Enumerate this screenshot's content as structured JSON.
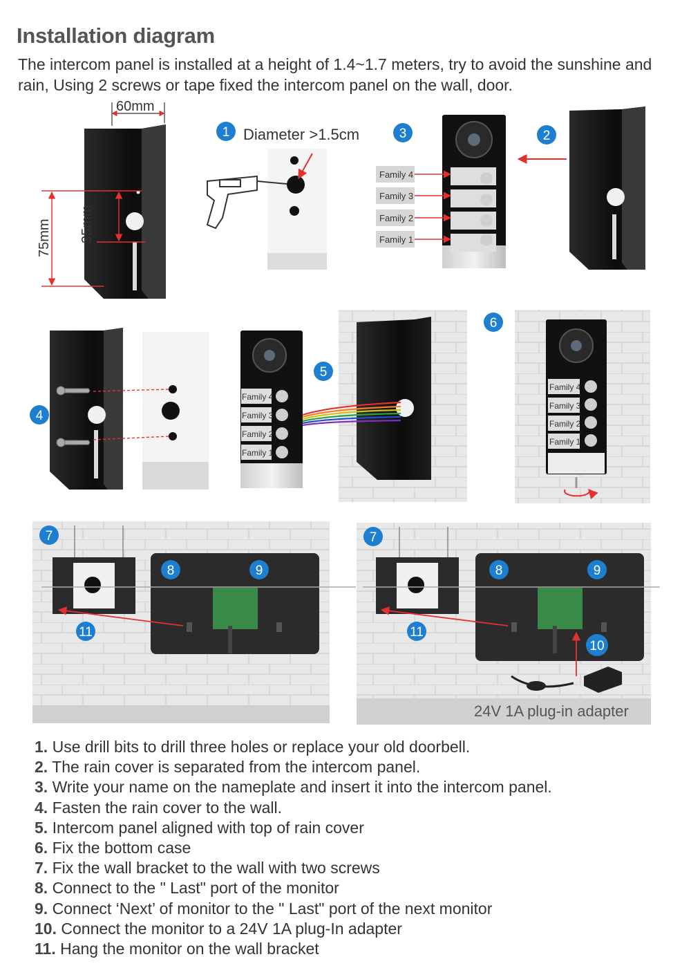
{
  "heading": "Installation diagram",
  "intro": "The intercom panel is installed at a height of 1.4~1.7 meters, try to avoid the sunshine and rain, Using 2 screws or tape fixed the intercom panel on the wall, door.",
  "dimensions": {
    "width": "60mm",
    "height_total": "75mm",
    "height_inner": "35mm"
  },
  "drill_label": "Diameter >1.5cm",
  "nameplate_labels": [
    "Family 4",
    "Family 3",
    "Family 2",
    "Family 1"
  ],
  "markers": [
    "1",
    "2",
    "3",
    "4",
    "5",
    "6",
    "7",
    "8",
    "9",
    "10",
    "11"
  ],
  "adapter_label": "24V 1A plug-in adapter",
  "steps": [
    {
      "num": "1.",
      "text": "Use drill bits to drill three holes or replace your old doorbell."
    },
    {
      "num": "2.",
      "text": "The rain cover is separated from the intercom panel."
    },
    {
      "num": "3.",
      "text": "Write your name on the nameplate and insert it into the intercom panel."
    },
    {
      "num": "4.",
      "text": "Fasten the rain cover to the wall."
    },
    {
      "num": "5.",
      "text": "Intercom panel aligned with top of rain cover"
    },
    {
      "num": "6.",
      "text": "Fix the bottom case"
    },
    {
      "num": "7.",
      "text": "Fix the wall bracket to the wall with two screws"
    },
    {
      "num": "8.",
      "text": "Connect to the \" Last\" port of the monitor"
    },
    {
      "num": "9.",
      "text": "Connect ‘Next’ of monitor to the \" Last\" port of the next monitor"
    },
    {
      "num": "10.",
      "text": "Connect the monitor to a 24V 1A plug-In adapter"
    },
    {
      "num": "11.",
      "text": "Hang the monitor on the wall bracket"
    }
  ],
  "colors": {
    "marker": "#1e7fd0",
    "arrow": "#e53030",
    "housing": "#111111",
    "wall": "#e4e4e4"
  }
}
